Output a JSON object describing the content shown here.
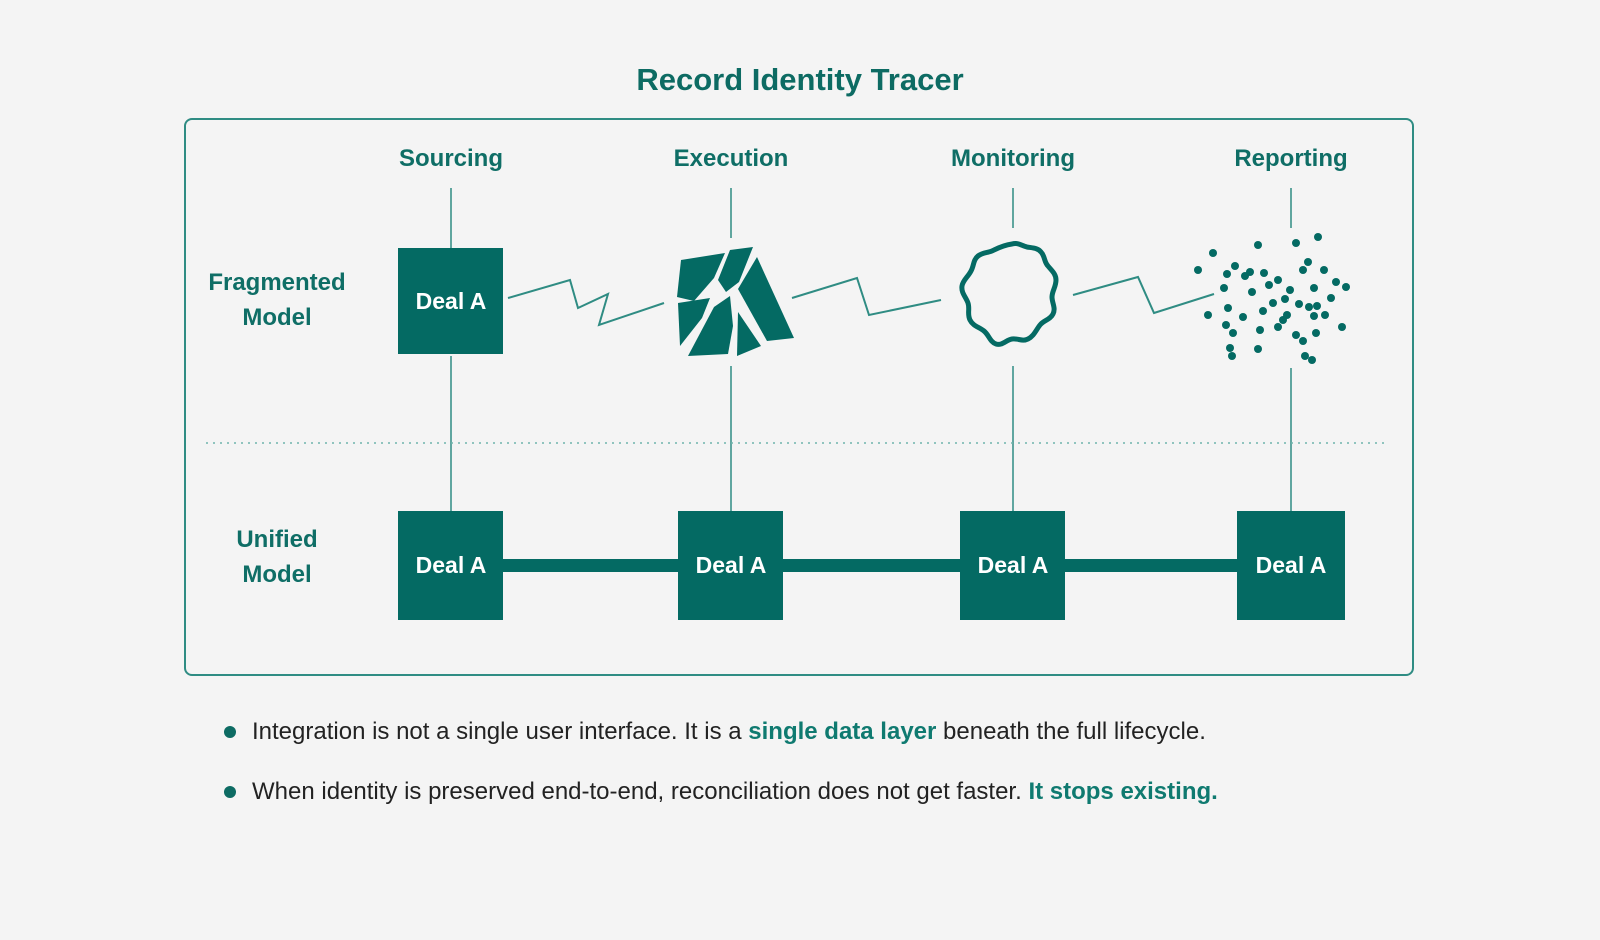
{
  "title": "Record Identity Tracer",
  "colors": {
    "accent": "#0d6b63",
    "node_fill": "#046a63",
    "line": "#2f8c83",
    "background": "#f4f4f4"
  },
  "stages": [
    "Sourcing",
    "Execution",
    "Monitoring",
    "Reporting"
  ],
  "models": [
    {
      "label_line1": "Fragmented",
      "label_line2": "Model"
    },
    {
      "label_line1": "Unified",
      "label_line2": "Model"
    }
  ],
  "fragmented": {
    "node_label": "Deal A",
    "shapes": [
      "square",
      "shattered",
      "wavy-circle",
      "scattered-dots"
    ]
  },
  "unified": {
    "node_label": "Deal A",
    "nodes": [
      "Deal A",
      "Deal A",
      "Deal A",
      "Deal A"
    ]
  },
  "bullets": [
    {
      "before": "Integration is not a single user interface. It is a ",
      "highlight": "single data layer",
      "after": " beneath the full lifecycle."
    },
    {
      "before": "When identity is preserved end-to-end, reconciliation does not get faster. ",
      "highlight": "It stops existing.",
      "after": ""
    }
  ]
}
